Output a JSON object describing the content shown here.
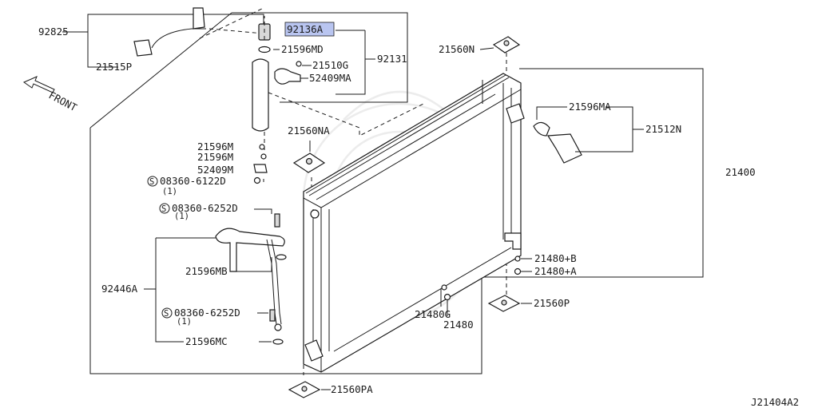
{
  "diagram": {
    "diagram_id": "J21404A2",
    "front_label": "FRONT",
    "highlight_color": "#b9c5f0",
    "parts": {
      "p92825": "92825",
      "p21515P": "21515P",
      "p92136A": "92136A",
      "p21596MD": "21596MD",
      "p21510G": "21510G",
      "p52409MA": "52409MA",
      "p92131": "92131",
      "p21560N": "21560N",
      "p21596MA": "21596MA",
      "p21512N": "21512N",
      "p21560NA": "21560NA",
      "p21596M_a": "21596M",
      "p21596M_b": "21596M",
      "p52409M": "52409M",
      "p08360_6122D": "08360-6122D",
      "q1_a": "(1)",
      "p21400": "21400",
      "p08360_6252D_a": "08360-6252D",
      "q1_b": "(1)",
      "p21480B": "21480+B",
      "p21480A": "21480+A",
      "p21596MB": "21596MB",
      "p92446A": "92446A",
      "p21560P": "21560P",
      "p21480G": "21480G",
      "p21480": "21480",
      "p08360_6252D_b": "08360-6252D",
      "q1_c": "(1)",
      "p21596MC": "21596MC",
      "p21560PA": "21560PA"
    }
  }
}
